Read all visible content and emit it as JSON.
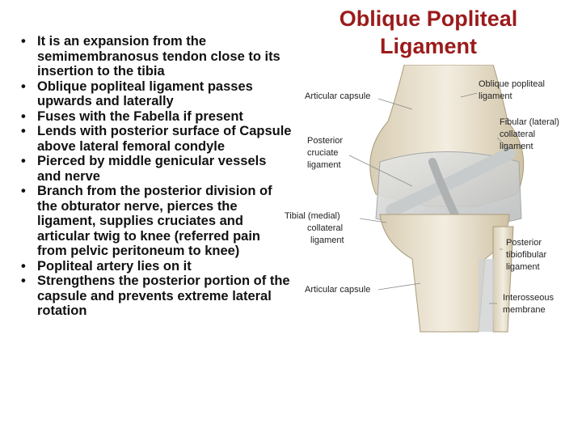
{
  "title": {
    "line1": "Oblique Popliteal",
    "line2": "Ligament"
  },
  "bullets": [
    "It is an expansion from the semimembranosus tendon close to its insertion to the tibia",
    "Oblique popliteal ligament passes upwards and laterally",
    "Fuses with the Fabella if present",
    "Lends with posterior surface of Capsule above lateral femoral condyle",
    "Pierced by middle genicular vessels and nerve",
    "Branch from the posterior division of the obturator nerve, pierces the ligament, supplies cruciates and articular twig to knee (referred pain from pelvic peritoneum to knee)",
    "Popliteal artery lies on it",
    "Strengthens the posterior portion of the capsule and prevents extreme lateral rotation"
  ],
  "figure_labels": {
    "articular_capsule_top": "Articular capsule",
    "posterior_cruciate": [
      "Posterior",
      "cruciate",
      "ligament"
    ],
    "tibial_collateral": [
      "Tibial (medial)",
      "collateral",
      "ligament"
    ],
    "articular_capsule_bottom": "Articular capsule",
    "oblique_popliteal": [
      "Oblique popliteal",
      "ligament"
    ],
    "fibular_collateral": [
      "Fibular (lateral)",
      "collateral",
      "ligament"
    ],
    "posterior_tibiofibular": [
      "Posterior",
      "tibiofibular",
      "ligament"
    ],
    "interosseous": [
      "Interosseous",
      "membrane"
    ]
  }
}
